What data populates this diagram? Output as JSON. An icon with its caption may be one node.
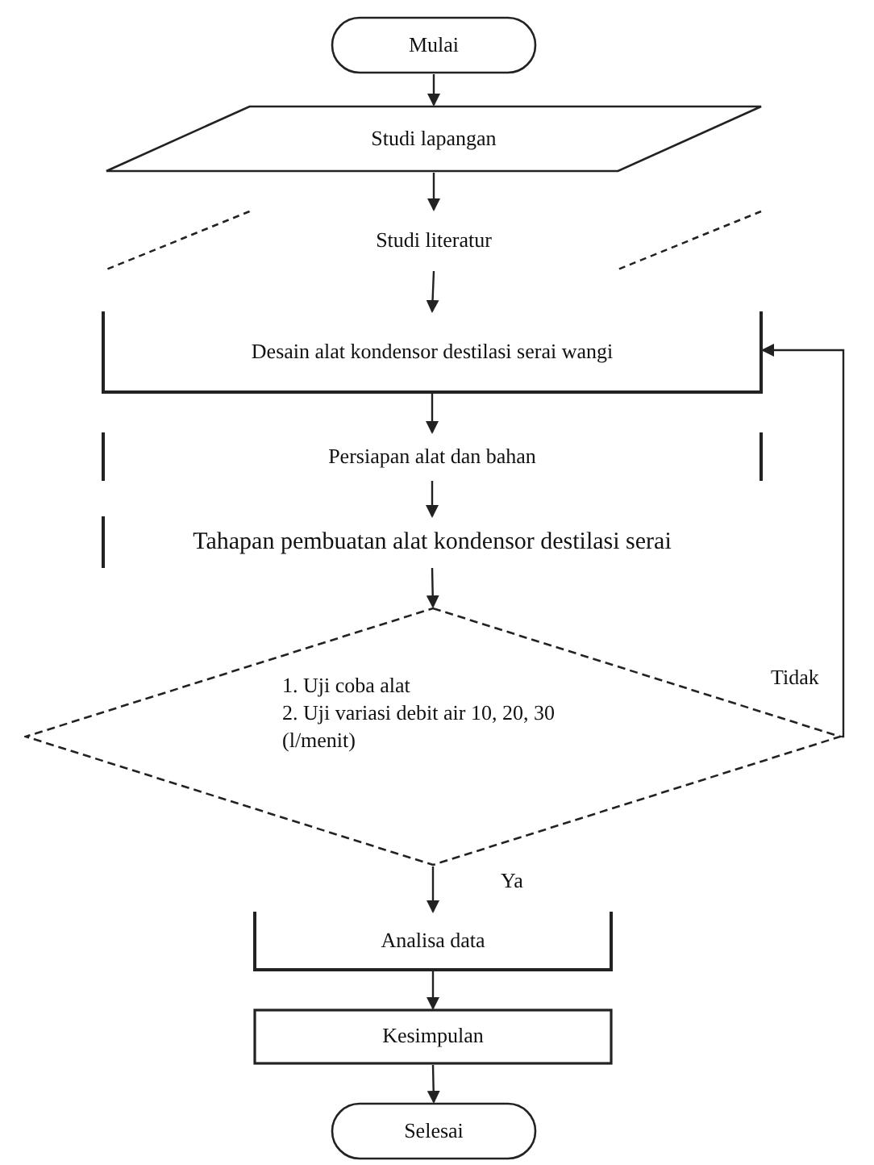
{
  "diagram": {
    "nodes": [
      {
        "text": [
          "Mulai"
        ]
      },
      {
        "text": [
          "Studi lapangan"
        ]
      },
      {
        "text": [
          "Studi literatur"
        ]
      },
      {
        "text": [
          "Desain alat kondensor destilasi serai wangi"
        ]
      },
      {
        "text": [
          "Persiapan alat dan bahan"
        ]
      },
      {
        "text": [
          "Tahapan pembuatan alat kondensor destilasi serai"
        ]
      },
      {
        "text": [
          "1. Uji coba alat",
          "2. Uji variasi debit air 10, 20, 30 (l/menit)"
        ]
      },
      {
        "text": [
          "Analisa data"
        ]
      },
      {
        "text": [
          "Kesimpulan"
        ]
      },
      {
        "text": [
          "Selesai"
        ]
      }
    ],
    "edges": [
      {
        "from": 0,
        "to": 1,
        "arrow": "to"
      },
      {
        "from": 1,
        "to": 2,
        "arrow": "to"
      },
      {
        "from": 2,
        "to": 3,
        "arrow": "to"
      },
      {
        "from": 3,
        "to": 4,
        "arrow": "to"
      },
      {
        "from": 4,
        "to": 5,
        "arrow": "to"
      },
      {
        "from": 5,
        "to": 6,
        "arrow": "to"
      },
      {
        "from": 6,
        "to": 7,
        "arrow": "to",
        "label": "Ya"
      },
      {
        "from": 6,
        "to": 3,
        "arrow": "to",
        "label": "Tidak"
      },
      {
        "from": 7,
        "to": 8,
        "arrow": "to"
      },
      {
        "from": 8,
        "to": 9,
        "arrow": "to"
      }
    ]
  }
}
